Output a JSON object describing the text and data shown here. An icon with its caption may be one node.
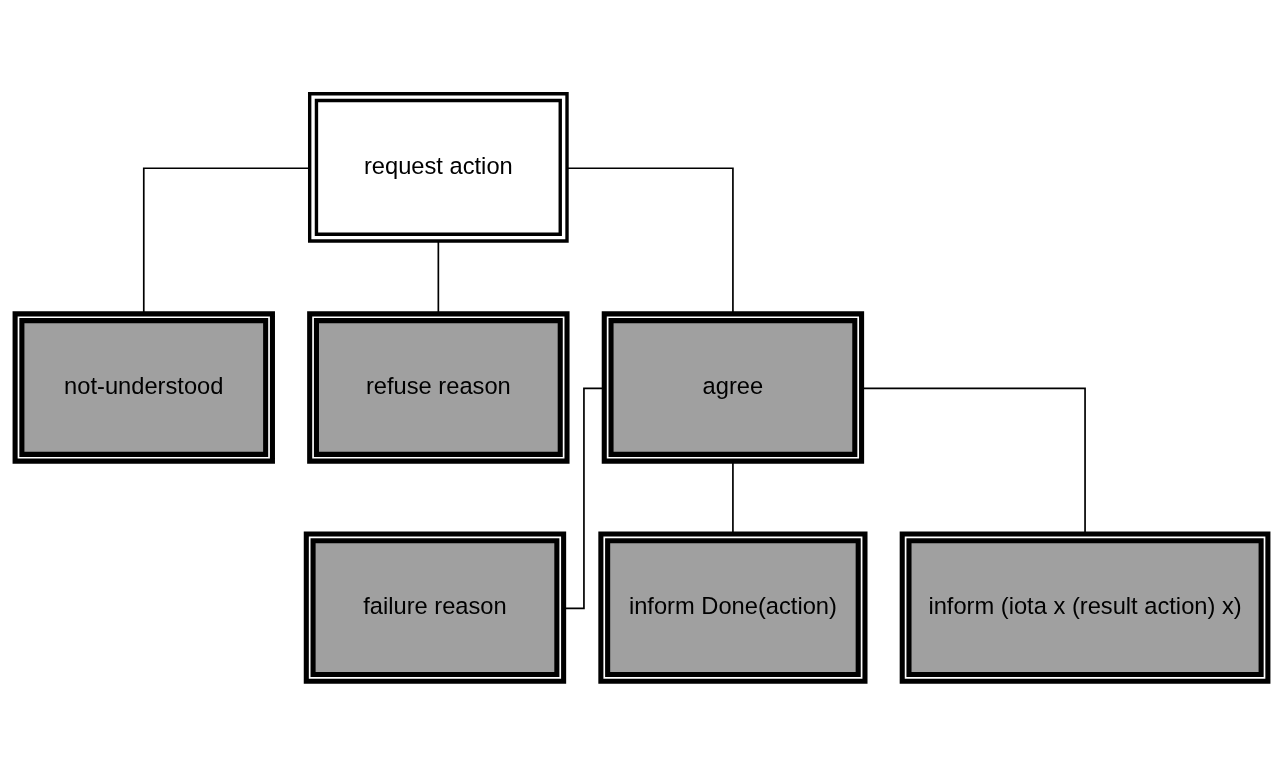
{
  "diagram": {
    "nodes": [
      {
        "text": [
          "request action"
        ]
      },
      {
        "text": [
          "not-understood"
        ]
      },
      {
        "text": [
          "refuse reason"
        ]
      },
      {
        "text": [
          "agree"
        ]
      },
      {
        "text": [
          "failure reason"
        ]
      },
      {
        "text": [
          "inform Done(action)"
        ]
      },
      {
        "text": [
          "inform (iota x (result action) x)"
        ]
      }
    ],
    "edges": [
      {
        "from": 0,
        "to": 1,
        "arrow": "none"
      },
      {
        "from": 0,
        "to": 2,
        "arrow": "none"
      },
      {
        "from": 0,
        "to": 3,
        "arrow": "none"
      },
      {
        "from": 3,
        "to": 4,
        "arrow": "none"
      },
      {
        "from": 3,
        "to": 5,
        "arrow": "none"
      },
      {
        "from": 3,
        "to": 6,
        "arrow": "none"
      }
    ]
  }
}
